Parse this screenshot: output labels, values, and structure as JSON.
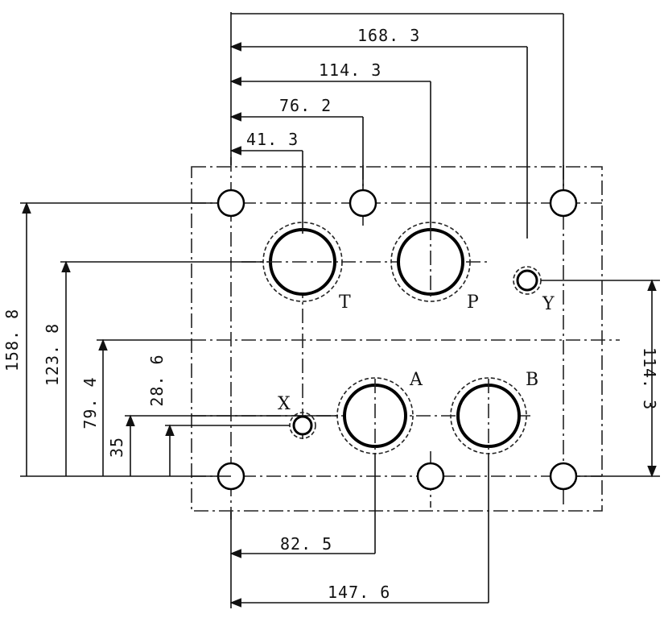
{
  "drawing": {
    "dimensions_horizontal": {
      "d168": "168. 3",
      "d114": "114. 3",
      "d76": "76. 2",
      "d41": "41. 3",
      "d82": "82. 5",
      "d147": "147. 6"
    },
    "dimensions_vertical": {
      "d158": "158. 8",
      "d123": "123. 8",
      "d79": "79. 4",
      "d28": "28. 6",
      "d35": "35",
      "d114r": "114. 3"
    },
    "ports": {
      "T": "T",
      "P": "P",
      "Y": "Y",
      "X": "X",
      "A": "A",
      "B": "B"
    }
  }
}
